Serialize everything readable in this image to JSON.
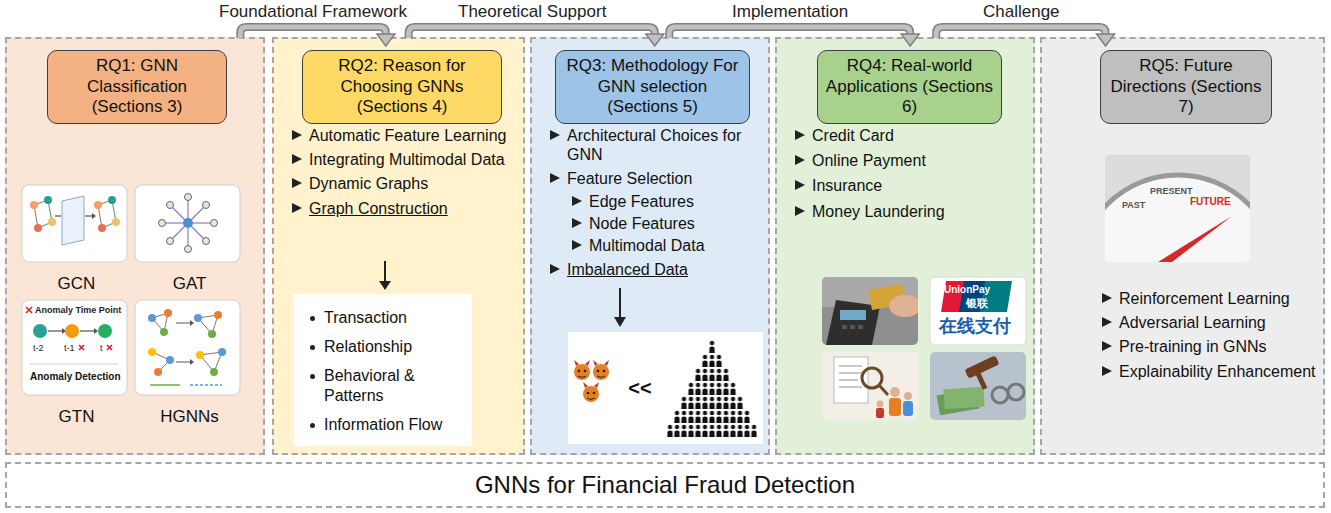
{
  "diagram": {
    "nodes": [
      {
        "text": [
          "GCN",
          "GAT",
          "GTN",
          "HGNNs"
        ]
      },
      {
        "text": [
          "RQ1: GNN Classification (Sections 3)"
        ],
        "in": 0
      },
      {
        "text": [
          "Automatic Feature Learning",
          "Integrating Multimodal Data",
          "Dynamic Graphs",
          "Graph Construction"
        ]
      },
      {
        "text": [
          "RQ2: Reason for Choosing GNNs (Sections 4)"
        ],
        "in": 2
      },
      {
        "text": [
          "Transaction",
          "Relationship",
          "Behavioral & Patterns",
          "Information Flow"
        ],
        "in": 2
      },
      {
        "text": [
          "Architectural Choices for GNN",
          "Feature Selection",
          "Edge Features",
          "Node Features",
          "Multimodal Data",
          "Imbalanced Data"
        ]
      },
      {
        "text": [
          "RQ3: Methodology For GNN selection (Sections 5)"
        ],
        "in": 5
      },
      {
        "text": [
          "<<"
        ],
        "in": 5
      },
      {
        "text": [
          "Credit Card",
          "Online Payment",
          "Insurance",
          "Money Laundering"
        ]
      },
      {
        "text": [
          "RQ4: Real-world Applications (Sections 6)"
        ],
        "in": 8
      },
      {
        "text": [
          "Reinforcement Learning",
          "Adversarial Learning",
          "Pre-training in GNNs",
          "Explainability Enhancement"
        ]
      },
      {
        "text": [
          "RQ5: Future Directions (Sections 7)"
        ],
        "in": 10
      },
      {
        "text": [
          "GNNs for Financial Fraud Detection"
        ]
      }
    ],
    "edges": [
      {
        "from": 0,
        "to": 2,
        "arrow": "to",
        "label": "Foundational Framework"
      },
      {
        "from": 2,
        "to": 5,
        "arrow": "to",
        "label": "Theoretical Support"
      },
      {
        "from": 5,
        "to": 8,
        "arrow": "to",
        "label": "Implementation"
      },
      {
        "from": 8,
        "to": 10,
        "arrow": "to",
        "label": "Challenge"
      }
    ],
    "labels": [
      "Anomaly Time Point",
      "t-2",
      "t-1",
      "t",
      "Anomaly Detection",
      "UnionPay",
      "银联",
      "在线支付",
      "PAST",
      "PRESENT",
      "FUTURE"
    ]
  }
}
